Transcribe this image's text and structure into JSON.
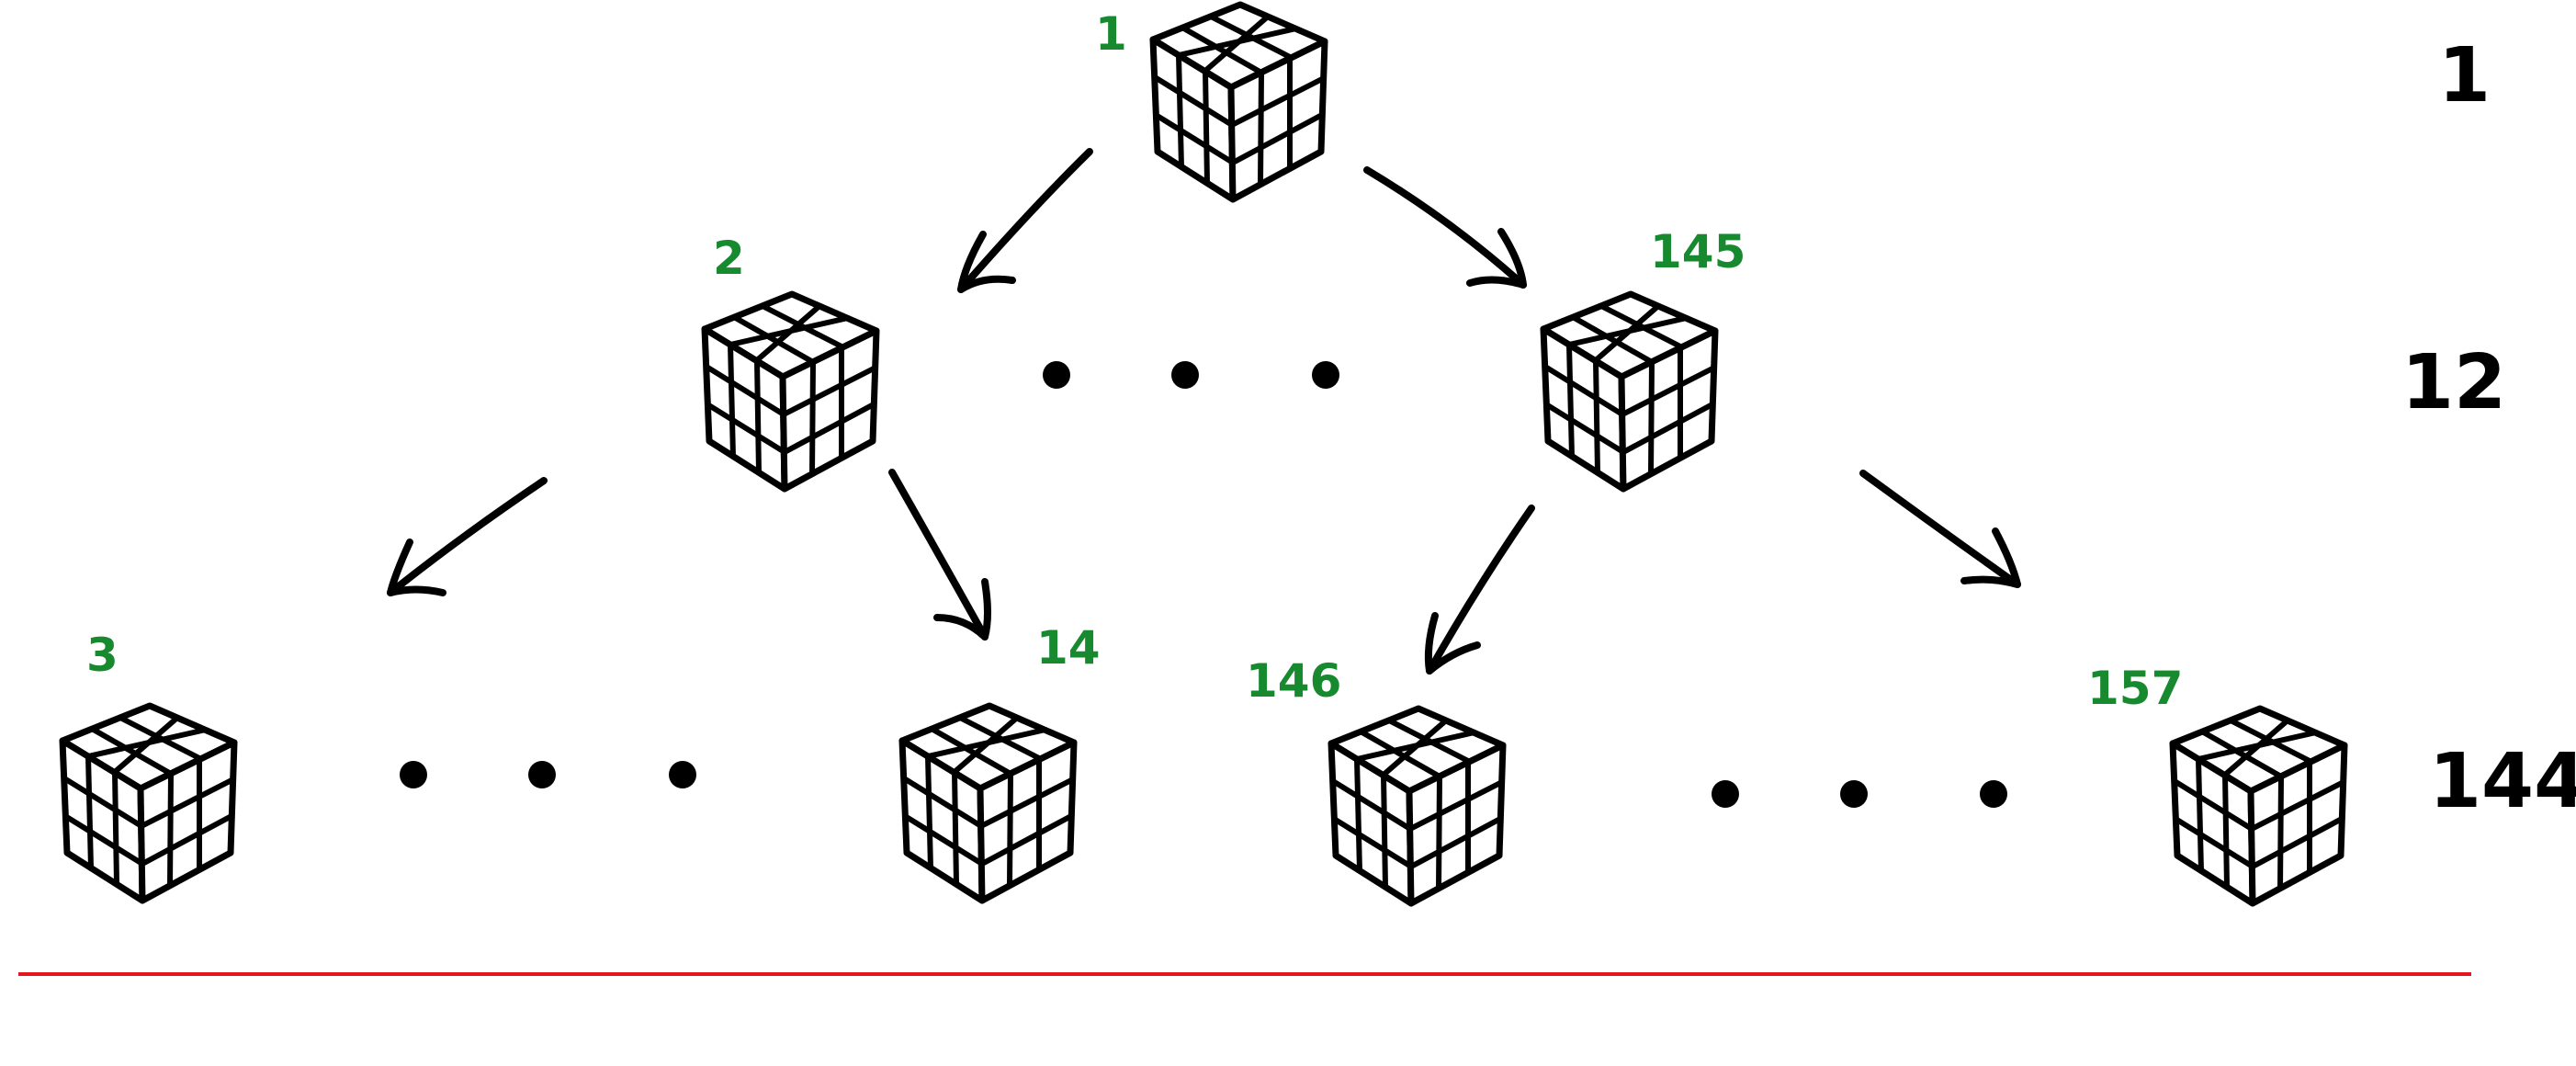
{
  "tree": {
    "level_counts": [
      "1",
      "12",
      "144"
    ],
    "nodes": [
      {
        "id": "root",
        "label": "1"
      },
      {
        "id": "l1-first",
        "label": "2"
      },
      {
        "id": "l1-last",
        "label": "145"
      },
      {
        "id": "l2-a",
        "label": "3"
      },
      {
        "id": "l2-b",
        "label": "14"
      },
      {
        "id": "l2-c",
        "label": "146"
      },
      {
        "id": "l2-d",
        "label": "157"
      }
    ]
  },
  "colors": {
    "node_label": "#17892e",
    "count_label": "#000000",
    "baseline": "#e8141b"
  },
  "icons": {
    "cube": "rubiks-cube-icon",
    "ellipsis": "ellipsis-dots"
  }
}
